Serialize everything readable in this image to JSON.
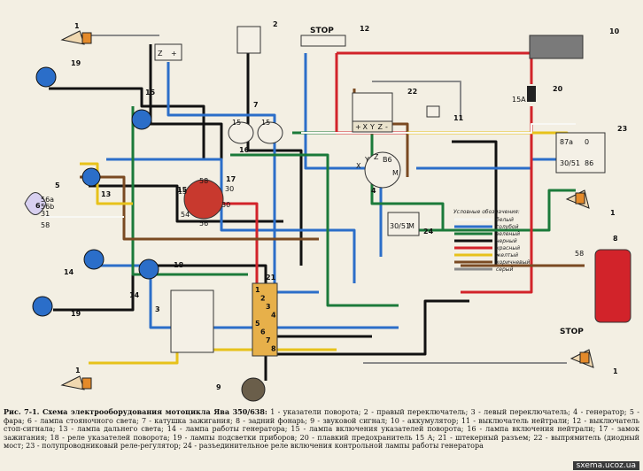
{
  "diagram": {
    "component_numbers": [
      "1",
      "2",
      "3",
      "4",
      "5",
      "6",
      "7",
      "8",
      "9",
      "10",
      "11",
      "12",
      "13",
      "14",
      "15",
      "16",
      "17",
      "18",
      "19",
      "20",
      "21",
      "22",
      "23",
      "24"
    ],
    "stop_label_top": "STOP",
    "stop_label_bottom": "STOP",
    "fuse_label": "15A",
    "generator_z": "Z",
    "generator_plus": "+",
    "coil_label_15a": "15",
    "coil_label_15b": "15",
    "rectifier_terminals": [
      "+",
      "X",
      "Y",
      "Z",
      "-"
    ],
    "ignition_labels": [
      "58",
      "15",
      "30",
      "54",
      "30",
      "56"
    ],
    "headlamp_labels": [
      "56a",
      "56b",
      "31",
      "58"
    ],
    "relay23_labels": [
      "87a",
      "0",
      "30/51",
      "86"
    ],
    "regulator_labels": [
      "X",
      "Y",
      "Z",
      "B6",
      "M"
    ],
    "relay24_labels": [
      "30/51",
      "M"
    ],
    "taillamp_label": "58",
    "connector_numbers": [
      "1",
      "2",
      "3",
      "4",
      "5",
      "6",
      "7",
      "8"
    ],
    "legend": {
      "title": "Условные обозначения:",
      "items": [
        {
          "label": "белый",
          "color": "#f4f4f0"
        },
        {
          "label": "голубой",
          "color": "#2b6ec9"
        },
        {
          "label": "зеленый",
          "color": "#1b7a3a"
        },
        {
          "label": "черный",
          "color": "#111111"
        },
        {
          "label": "красный",
          "color": "#d2232a"
        },
        {
          "label": "желтый",
          "color": "#e7c21a"
        },
        {
          "label": "коричневый",
          "color": "#7a4a22"
        },
        {
          "label": "серый",
          "color": "#8a8a8a"
        }
      ]
    }
  },
  "caption": {
    "title": "Рис. 7-1. Схема электрооборудования мотоцикла Ява 350/638:",
    "body": " 1 - указатели поворота; 2 - правый переключатель; 3 - левый переключатель; 4 - генератор; 5 - фара; 6 - лампа стояночного света; 7 - катушка зажигания; 8 - задний фонарь; 9 - звуковой сигнал; 10 - аккумулятор; 11 - выключатель нейтрали; 12 - выключатель стоп-сигнала; 13 - лампа дальнего света; 14 - лампа работы генератора; 15 - лампа включения указателей поворота; 16 - лампа включения нейтрали; 17 - замок зажигания; 18 - реле указателей поворота; 19 - лампы подсветки приборов; 20 - плавкий предохранитель 15 А; 21 - штекерный разъем; 22 - выпрямитель (диодный мост; 23 - полупроводниковый реле-регулятор; 24 - разъединительное реле включения контрольной лампы работы генератора"
  },
  "site": "sxema.ucoz.ua"
}
